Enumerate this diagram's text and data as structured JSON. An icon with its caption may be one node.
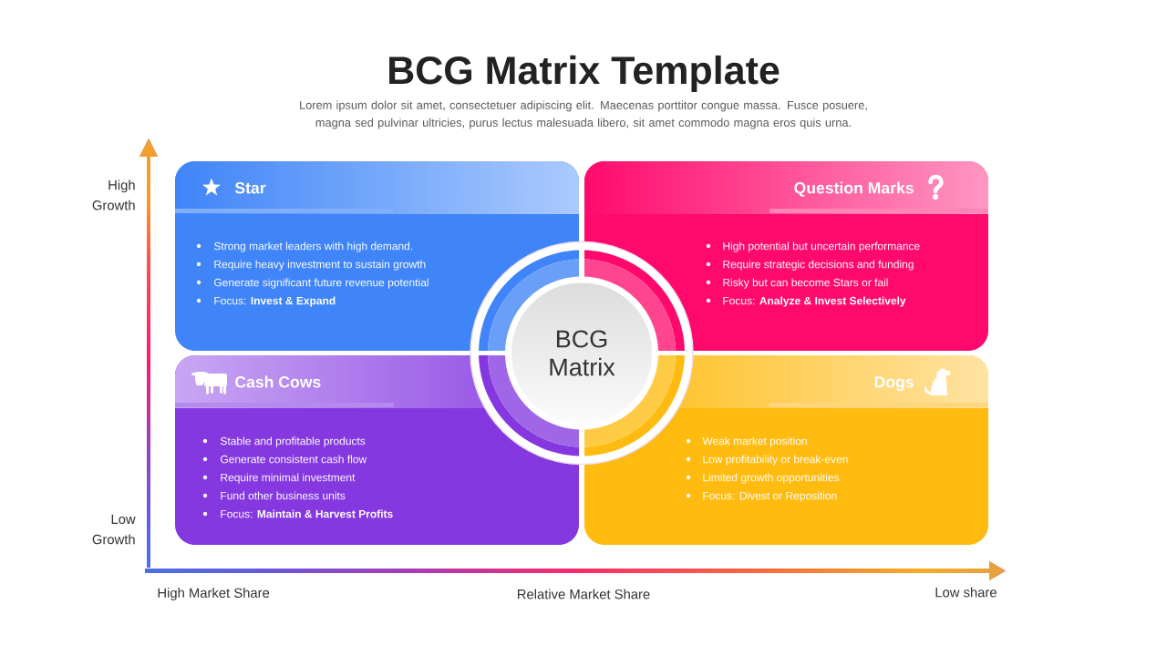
{
  "diagram": {
    "title": "BCG Matrix Template",
    "nodes": [
      {
        "text": [
          "Star",
          "Strong market leaders with high demand.",
          "Require heavy investment to sustain growth",
          "Generate significant future revenue potential",
          "Focus: **Invest & Expand**"
        ]
      },
      {
        "text": [
          "Question Marks",
          "High potential but uncertain performance",
          "Require strategic decisions and funding",
          "Risky but can become Stars or fail",
          "Focus: **Analyze & Invest Selectively**"
        ]
      },
      {
        "text": [
          "Cash Cows",
          "Stable and profitable products",
          "Generate consistent cash flow",
          "Require minimal investment",
          "Fund other business units",
          "Focus: **Maintain & Harvest Profits**"
        ]
      },
      {
        "text": [
          "Dogs",
          "Weak market position",
          "Low profitability or break-even",
          "Limited growth opportunities",
          "Focus: Divest or Reposition"
        ]
      },
      {
        "text": [
          "BCG Matrix"
        ]
      }
    ],
    "labels": [
      "Lorem ipsum dolor sit amet, consectetuer adipiscing elit. Maecenas porttitor congue massa. Fusce posuere, magna sed pulvinar ultricies, purus lectus malesuada libero, sit amet commodo magna eros quis urna.",
      "High Growth",
      "Low Growth",
      "High Market Share",
      "Relative Market Share",
      "Low share"
    ]
  }
}
